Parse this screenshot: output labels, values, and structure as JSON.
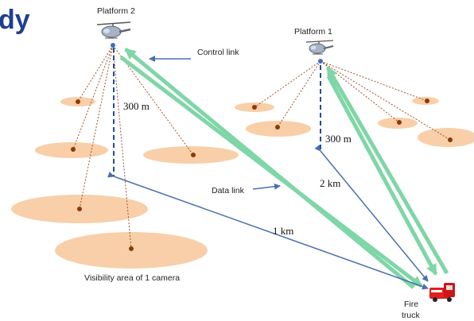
{
  "title_fragment": "dy",
  "labels": {
    "platform_2": "Platform 2",
    "platform_1": "Platform 1",
    "control_link": "Control link",
    "data_link": "Data link",
    "altitude_p2": "300 m",
    "altitude_p1": "300 m",
    "distance_2km": "2 km",
    "distance_1km": "1 km",
    "visibility": "Visibility area of 1 camera",
    "fire": "Fire",
    "truck": "truck"
  },
  "colors": {
    "title": "#1f3f8f",
    "ellipse_fill": "#f8cfa8",
    "camera_dot": "#8b3a0c",
    "camera_line": "#a0522d",
    "data_link": "#7fd6a6",
    "arrow": "#4a6fb0",
    "fire_truck": "#e02020"
  },
  "icons": {
    "helicopter": "helicopter-icon",
    "fire_truck": "fire-truck-icon"
  }
}
